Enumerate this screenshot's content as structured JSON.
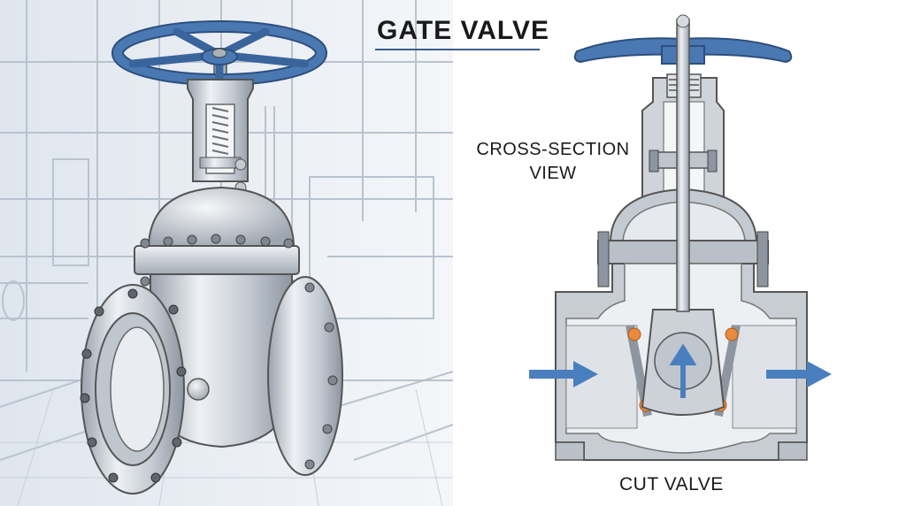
{
  "diagram": {
    "title": "GATE VALVE",
    "cross_section_label": [
      "CROSS-SECTION",
      "VIEW"
    ],
    "cut_label": "CUT VALVE"
  },
  "colors": {
    "handwheel": "#4a78b3",
    "metal": "#c9ced6",
    "metal_dark": "#8e96a2",
    "seal": "#e98a3c",
    "flow_arrow": "#4a7fbf",
    "background_sketch": "#e7ecf2"
  }
}
